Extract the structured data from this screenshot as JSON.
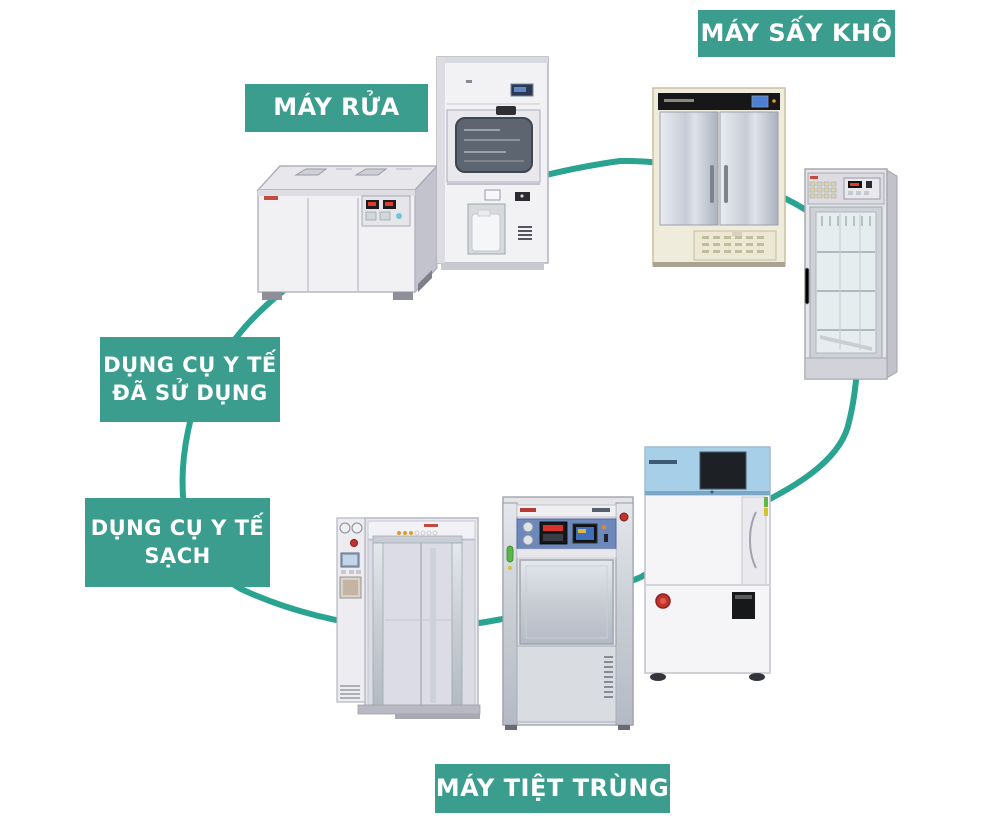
{
  "diagram": {
    "type": "process-cycle",
    "accent_color": "#3a9d8e",
    "line_color": "#2ba391",
    "labels": {
      "washer": "MÁY RỬA",
      "dryer": "MÁY SẤY KHÔ",
      "used_line1": "DỤNG CỤ Y TẾ",
      "used_line2": "ĐÃ SỬ DỤNG",
      "clean_line1": "DỤNG CỤ Y TẾ",
      "clean_line2": "SẠCH",
      "sterilizer": "MÁY TIỆT TRÙNG"
    },
    "images": [
      "washer-machine",
      "washer-disinfector",
      "double-door-drying-cabinet",
      "glass-door-drying-cabinet",
      "low-temp-sterilizer",
      "autoclave-sterilizer",
      "cart-washer"
    ]
  }
}
